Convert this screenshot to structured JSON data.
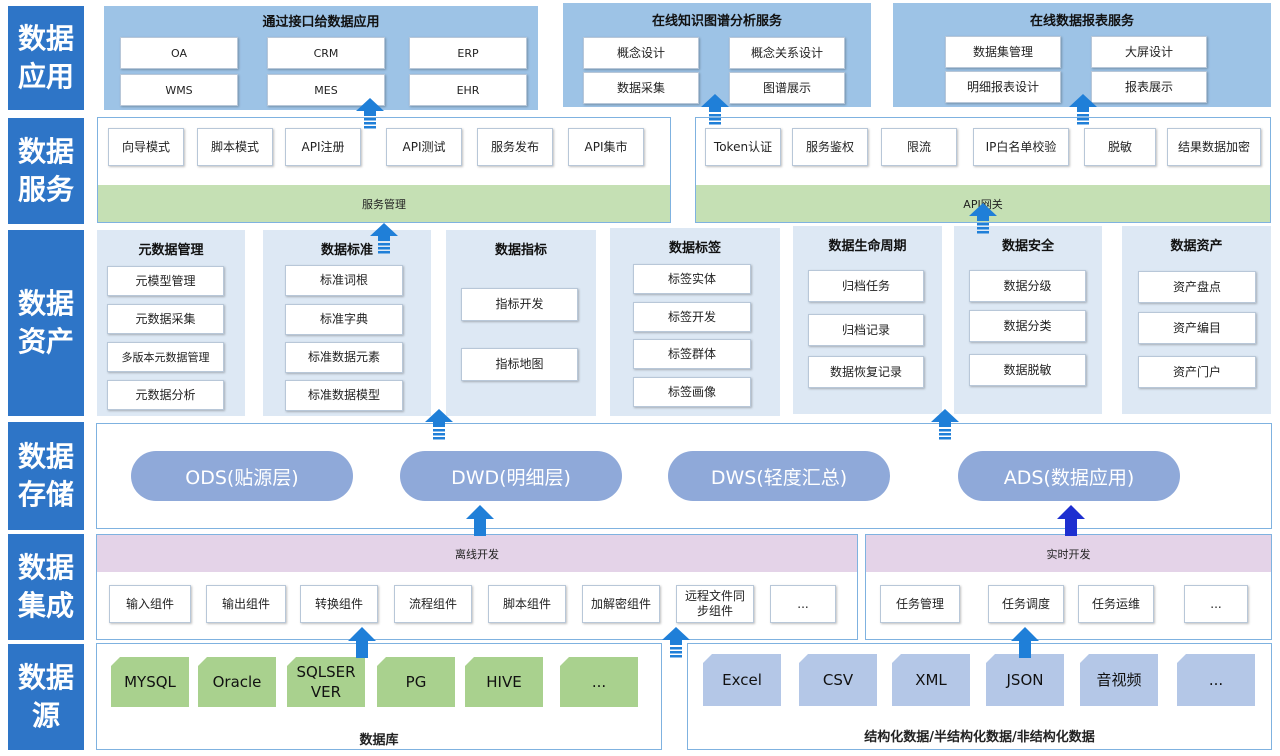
{
  "rows": {
    "app": "数据\n应用",
    "service": "数据\n服务",
    "asset": "数据\n资产",
    "storage": "数据\n存储",
    "integration": "数据\n集成",
    "source": "数据\n源"
  },
  "app_layer": {
    "interface": {
      "title": "通过接口给数据应用",
      "items": [
        "OA",
        "CRM",
        "ERP",
        "WMS",
        "MES",
        "EHR"
      ]
    },
    "graph": {
      "title": "在线知识图谱分析服务",
      "items": [
        "概念设计",
        "概念关系设计",
        "数据采集",
        "图谱展示"
      ]
    },
    "report": {
      "title": "在线数据报表服务",
      "items": [
        "数据集管理",
        "大屏设计",
        "明细报表设计",
        "报表展示"
      ]
    }
  },
  "service_layer": {
    "left_items": [
      "向导模式",
      "脚本模式",
      "API注册",
      "API测试",
      "服务发布",
      "API集市"
    ],
    "left_bar": "服务管理",
    "right_items": [
      "Token认证",
      "服务鉴权",
      "限流",
      "IP白名单校验",
      "脱敏",
      "结果数据加密"
    ],
    "right_bar": "API网关"
  },
  "asset_layer": [
    {
      "title": "元数据管理",
      "items": [
        "元模型管理",
        "元数据采集",
        "多版本元数据管理",
        "元数据分析"
      ]
    },
    {
      "title": "数据标准",
      "items": [
        "标准词根",
        "标准字典",
        "标准数据元素",
        "标准数据模型"
      ]
    },
    {
      "title": "数据指标",
      "items": [
        "指标开发",
        "指标地图"
      ]
    },
    {
      "title": "数据标签",
      "items": [
        "标签实体",
        "标签开发",
        "标签群体",
        "标签画像"
      ]
    },
    {
      "title": "数据生命周期",
      "items": [
        "归档任务",
        "归档记录",
        "数据恢复记录"
      ]
    },
    {
      "title": "数据安全",
      "items": [
        "数据分级",
        "数据分类",
        "数据脱敏"
      ]
    },
    {
      "title": "数据资产",
      "items": [
        "资产盘点",
        "资产编目",
        "资产门户"
      ]
    }
  ],
  "storage_layer": [
    "ODS(贴源层)",
    "DWD(明细层)",
    "DWS(轻度汇总)",
    "ADS(数据应用)"
  ],
  "integration_layer": {
    "offline_bar": "离线开发",
    "offline_items": [
      "输入组件",
      "输出组件",
      "转换组件",
      "流程组件",
      "脚本组件",
      "加解密组件",
      "远程文件同步组件",
      "..."
    ],
    "realtime_bar": "实时开发",
    "realtime_items": [
      "任务管理",
      "任务调度",
      "任务运维",
      "..."
    ]
  },
  "source_layer": {
    "db_items": [
      "MYSQL",
      "Oracle",
      "SQLSERVER",
      "PG",
      "HIVE",
      "..."
    ],
    "db_caption": "数据库",
    "file_items": [
      "Excel",
      "CSV",
      "XML",
      "JSON",
      "音视频",
      "..."
    ],
    "file_caption": "结构化数据/半结构化数据/非结构化数据"
  },
  "colors": {
    "label_blue": "#2e75c7",
    "panel_blue": "#9dc3e6",
    "green_bar": "#c5e0b4",
    "pink_bar": "#e4d3e8",
    "pill": "#8fa9d9",
    "arrow": "#1f7fd8"
  }
}
